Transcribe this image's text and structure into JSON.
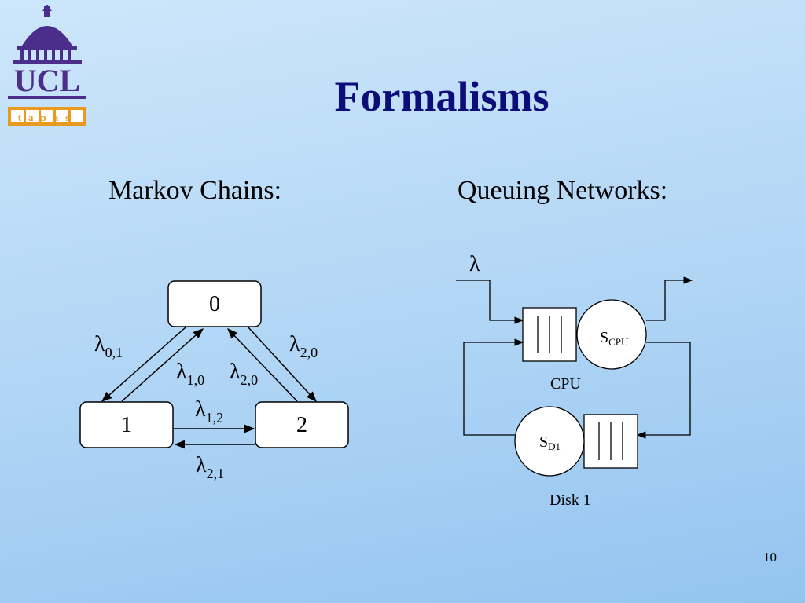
{
  "slide": {
    "title": "Formalisms",
    "page_number": "10",
    "logo": {
      "text": "UCL",
      "sub_text": "tapas"
    }
  },
  "markov": {
    "heading": "Markov Chains:",
    "states": [
      {
        "label": "0"
      },
      {
        "label": "1"
      },
      {
        "label": "2"
      }
    ],
    "transitions": [
      {
        "id": "0-1",
        "base": "λ",
        "sub": "0,1"
      },
      {
        "id": "1-0",
        "base": "λ",
        "sub": "1,0"
      },
      {
        "id": "2-0-outer",
        "base": "λ",
        "sub": "2,0"
      },
      {
        "id": "2-0-inner",
        "base": "λ",
        "sub": "2,0"
      },
      {
        "id": "1-2",
        "base": "λ",
        "sub": "1,2"
      },
      {
        "id": "2-1",
        "base": "λ",
        "sub": "2,1"
      }
    ]
  },
  "queuing": {
    "heading": "Queuing Networks:",
    "arrival": "λ",
    "cpu": {
      "server_base": "S",
      "server_sub": "CPU",
      "label": "CPU"
    },
    "disk": {
      "server_base": "S",
      "server_sub": "D1",
      "label": "Disk 1"
    }
  }
}
